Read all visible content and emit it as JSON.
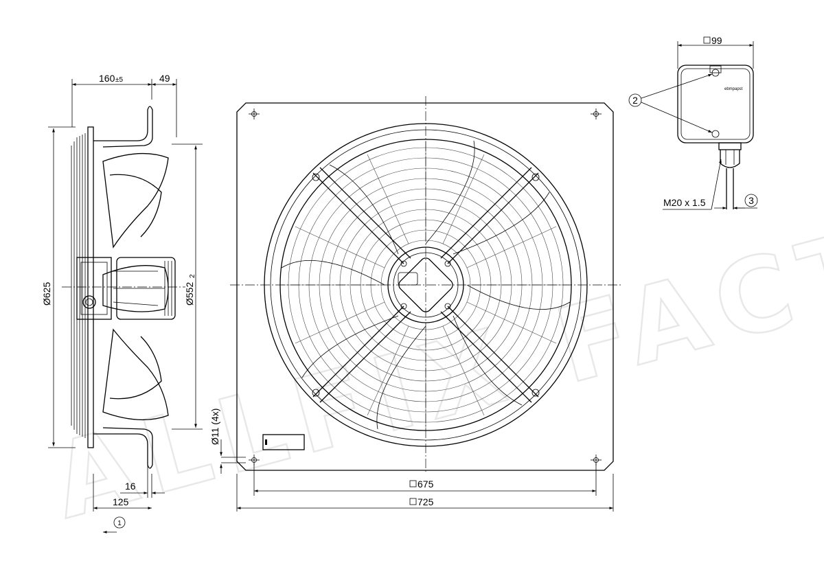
{
  "dimensions": {
    "depth_main": "160",
    "depth_tol": "±5",
    "depth_right": "49",
    "outer_dia": "Ø625",
    "inner_dia": "Ø552",
    "inner_dia_tol": "2",
    "hole_dia": "Ø11 (4x)",
    "flange_16": "16",
    "flange_125": "125",
    "hole_spacing": "675",
    "plate_size": "725",
    "box_width": "99",
    "cable_gland": "M20 x 1.5"
  },
  "callouts": {
    "airflow": "1",
    "screws": "2",
    "cable": "3"
  },
  "terminal_box_logo": "ebmpapst",
  "watermark": "ALLFIX FACTORY"
}
